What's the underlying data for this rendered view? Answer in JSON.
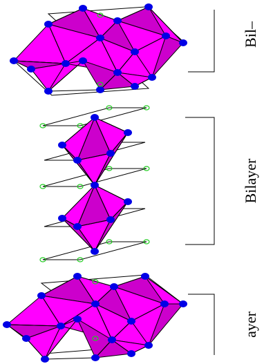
{
  "figure": {
    "labels": {
      "top": "Bil–",
      "middle": "Bilayer",
      "bottom": "ayer"
    },
    "colors": {
      "octahedron": "#ff00ff",
      "octahedron_shade": "#cc00cc",
      "corner_atom": "#0000e6",
      "site_ring": "#22cc22",
      "lines": "#000000"
    }
  }
}
